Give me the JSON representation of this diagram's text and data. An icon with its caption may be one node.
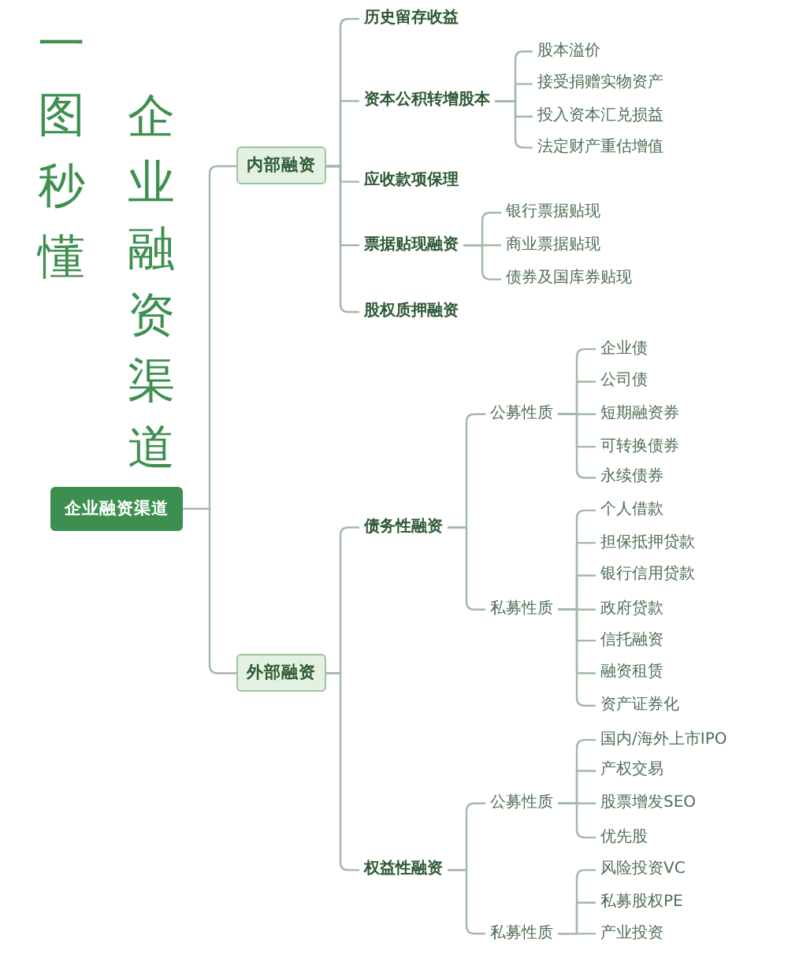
{
  "diagram": {
    "title": "企业融资渠道",
    "nodes": [
      {
        "text": [
          "企业融资渠道"
        ]
      },
      {
        "text": [
          "内部融资"
        ]
      },
      {
        "text": [
          "历史留存收益"
        ]
      },
      {
        "text": [
          "资本公积转增股本"
        ]
      },
      {
        "text": [
          "股本溢价"
        ]
      },
      {
        "text": [
          "接受捐赠实物资产"
        ]
      },
      {
        "text": [
          "投入资本汇兑损益"
        ]
      },
      {
        "text": [
          "法定财产重估增值"
        ]
      },
      {
        "text": [
          "应收款项保理"
        ]
      },
      {
        "text": [
          "票据贴现融资"
        ]
      },
      {
        "text": [
          "银行票据贴现"
        ]
      },
      {
        "text": [
          "商业票据贴现"
        ]
      },
      {
        "text": [
          "债券及国库券贴现"
        ]
      },
      {
        "text": [
          "股权质押融资"
        ]
      },
      {
        "text": [
          "外部融资"
        ]
      },
      {
        "text": [
          "债务性融资"
        ]
      },
      {
        "text": [
          "公募性质"
        ]
      },
      {
        "text": [
          "企业债"
        ]
      },
      {
        "text": [
          "公司债"
        ]
      },
      {
        "text": [
          "短期融资券"
        ]
      },
      {
        "text": [
          "可转换债券"
        ]
      },
      {
        "text": [
          "永续债券"
        ]
      },
      {
        "text": [
          "私募性质"
        ]
      },
      {
        "text": [
          "个人借款"
        ]
      },
      {
        "text": [
          "担保抵押贷款"
        ]
      },
      {
        "text": [
          "银行信用贷款"
        ]
      },
      {
        "text": [
          "政府贷款"
        ]
      },
      {
        "text": [
          "信托融资"
        ]
      },
      {
        "text": [
          "融资租赁"
        ]
      },
      {
        "text": [
          "资产证券化"
        ]
      },
      {
        "text": [
          "权益性融资"
        ]
      },
      {
        "text": [
          "公募性质"
        ]
      },
      {
        "text": [
          "国内/海外上市IPO"
        ]
      },
      {
        "text": [
          "产权交易"
        ]
      },
      {
        "text": [
          "股票增发SEO"
        ]
      },
      {
        "text": [
          "优先股"
        ]
      },
      {
        "text": [
          "私募性质"
        ]
      },
      {
        "text": [
          "风险投资VC"
        ]
      },
      {
        "text": [
          "私募股权PE"
        ]
      },
      {
        "text": [
          "产业投资"
        ]
      }
    ],
    "edges": [
      {
        "from": 0,
        "to": 1,
        "arrow": "none"
      },
      {
        "from": 0,
        "to": 14,
        "arrow": "none"
      },
      {
        "from": 1,
        "to": 2,
        "arrow": "none"
      },
      {
        "from": 1,
        "to": 3,
        "arrow": "none"
      },
      {
        "from": 1,
        "to": 8,
        "arrow": "none"
      },
      {
        "from": 1,
        "to": 9,
        "arrow": "none"
      },
      {
        "from": 1,
        "to": 13,
        "arrow": "none"
      },
      {
        "from": 3,
        "to": 4,
        "arrow": "none"
      },
      {
        "from": 3,
        "to": 5,
        "arrow": "none"
      },
      {
        "from": 3,
        "to": 6,
        "arrow": "none"
      },
      {
        "from": 3,
        "to": 7,
        "arrow": "none"
      },
      {
        "from": 9,
        "to": 10,
        "arrow": "none"
      },
      {
        "from": 9,
        "to": 11,
        "arrow": "none"
      },
      {
        "from": 9,
        "to": 12,
        "arrow": "none"
      },
      {
        "from": 14,
        "to": 15,
        "arrow": "none"
      },
      {
        "from": 14,
        "to": 30,
        "arrow": "none"
      },
      {
        "from": 15,
        "to": 16,
        "arrow": "none"
      },
      {
        "from": 15,
        "to": 22,
        "arrow": "none"
      },
      {
        "from": 16,
        "to": 17,
        "arrow": "none"
      },
      {
        "from": 16,
        "to": 18,
        "arrow": "none"
      },
      {
        "from": 16,
        "to": 19,
        "arrow": "none"
      },
      {
        "from": 16,
        "to": 20,
        "arrow": "none"
      },
      {
        "from": 16,
        "to": 21,
        "arrow": "none"
      },
      {
        "from": 22,
        "to": 23,
        "arrow": "none"
      },
      {
        "from": 22,
        "to": 24,
        "arrow": "none"
      },
      {
        "from": 22,
        "to": 25,
        "arrow": "none"
      },
      {
        "from": 22,
        "to": 26,
        "arrow": "none"
      },
      {
        "from": 22,
        "to": 27,
        "arrow": "none"
      },
      {
        "from": 22,
        "to": 28,
        "arrow": "none"
      },
      {
        "from": 22,
        "to": 29,
        "arrow": "none"
      },
      {
        "from": 30,
        "to": 31,
        "arrow": "none"
      },
      {
        "from": 30,
        "to": 36,
        "arrow": "none"
      },
      {
        "from": 31,
        "to": 32,
        "arrow": "none"
      },
      {
        "from": 31,
        "to": 33,
        "arrow": "none"
      },
      {
        "from": 31,
        "to": 34,
        "arrow": "none"
      },
      {
        "from": 31,
        "to": 35,
        "arrow": "none"
      },
      {
        "from": 36,
        "to": 37,
        "arrow": "none"
      },
      {
        "from": 36,
        "to": 38,
        "arrow": "none"
      },
      {
        "from": 36,
        "to": 39,
        "arrow": "none"
      }
    ],
    "labels": [
      "一图秒懂"
    ]
  }
}
